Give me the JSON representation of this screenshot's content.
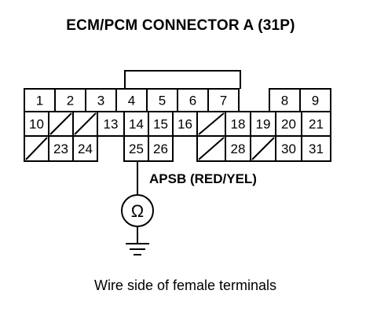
{
  "title": "ECM/PCM CONNECTOR A (31P)",
  "wire_label": "APSB (RED/YEL)",
  "caption": "Wire side of female terminals",
  "meter_symbol": "Ω",
  "icons": {
    "meter": "ohmmeter-icon",
    "ground": "ground-icon"
  },
  "connector": {
    "rows": [
      [
        {
          "label": "1"
        },
        {
          "label": "2"
        },
        {
          "label": "3"
        },
        {
          "label": "4"
        },
        {
          "label": "5"
        },
        {
          "label": "6"
        },
        {
          "label": "7"
        },
        {
          "label": "8"
        },
        {
          "label": "9"
        }
      ],
      [
        {
          "label": "10"
        },
        {
          "label": ""
        },
        {
          "label": ""
        },
        {
          "label": "13"
        },
        {
          "label": "14"
        },
        {
          "label": "15"
        },
        {
          "label": "16"
        },
        {
          "label": ""
        },
        {
          "label": "18"
        },
        {
          "label": "19"
        },
        {
          "label": "20"
        },
        {
          "label": "21"
        }
      ],
      [
        {
          "label": ""
        },
        {
          "label": "23"
        },
        {
          "label": "24"
        },
        {
          "label": "25"
        },
        {
          "label": "26"
        },
        {
          "label": ""
        },
        {
          "label": "28"
        },
        {
          "label": ""
        },
        {
          "label": "30"
        },
        {
          "label": "31"
        }
      ]
    ],
    "probed_terminal": "25"
  }
}
